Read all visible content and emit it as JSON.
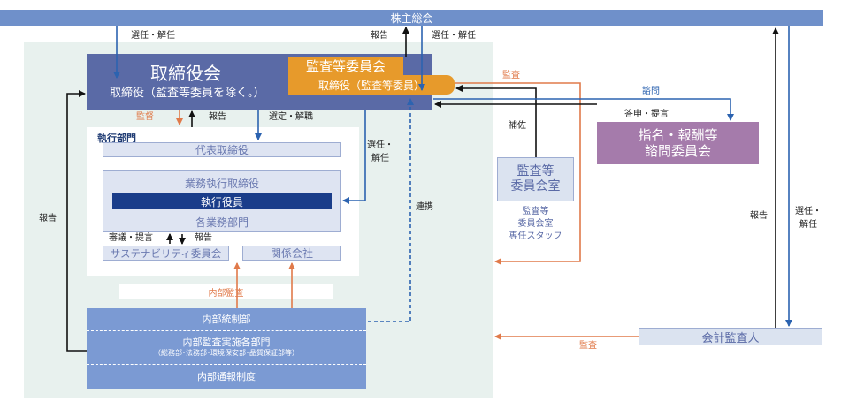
{
  "colors": {
    "board": "#5a6aa6",
    "audit_committee": "#e79a2b",
    "nomination_committee": "#a57bab",
    "shareholders_bar": "#6f90ca",
    "executive_officers": "#1a3d8a",
    "internal_block": "#7b9ad3",
    "audit_arrow": "#e07a4a",
    "blue_arrow": "#2c63b0",
    "black_arrow": "#111111"
  },
  "shareholders": {
    "label": "株主総会"
  },
  "board": {
    "title": "取締役会",
    "subtitle": "取締役（監査等委員を除く。）"
  },
  "audit_committee": {
    "title": "監査等委員会",
    "subtitle": "取締役（監査等委員）"
  },
  "executive": {
    "dept_label": "執行部門",
    "ceo": "代表取締役",
    "exec_directors": "業務執行取締役",
    "exec_officers": "執行役員",
    "business_depts": "各業務部門",
    "sustainability": "サステナビリティ委員会",
    "affiliates": "関係会社"
  },
  "internal": {
    "audit_band": "内部監査",
    "control_dept": "内部統制部",
    "audit_depts": "内部監査実施各部門",
    "audit_depts_detail": "（総務部･法務部･環境保安部･品質保証部等）",
    "whistleblowing": "内部通報制度"
  },
  "audit_office": {
    "title_line1": "監査等",
    "title_line2": "委員会室",
    "staff_line1": "監査等",
    "staff_line2": "委員会室",
    "staff_line3": "専任スタッフ"
  },
  "nomination_committee": {
    "line1": "指名・報酬等",
    "line2": "諮問委員会"
  },
  "accounting_auditor": {
    "label": "会計監査人"
  },
  "labels": {
    "elect_dismiss_board": "選任・解任",
    "report_audit_comm": "報告",
    "elect_dismiss_audit": "選任・解任",
    "audit_to_office": "監査",
    "supervise": "監督",
    "report_exec": "報告",
    "select_dismiss_ceo": "選定・解職",
    "elect_line1": "選任・",
    "elect_line2": "解任",
    "collaboration": "連携",
    "support": "補佐",
    "consult": "諮問",
    "respond_propose": "答申・提言",
    "report_left": "報告",
    "deliberate_propose": "審議・提言",
    "report_sustain": "報告",
    "report_auditor": "報告",
    "elect_auditor_line1": "選任・",
    "elect_auditor_line2": "解任",
    "audit_bottom": "監査"
  }
}
